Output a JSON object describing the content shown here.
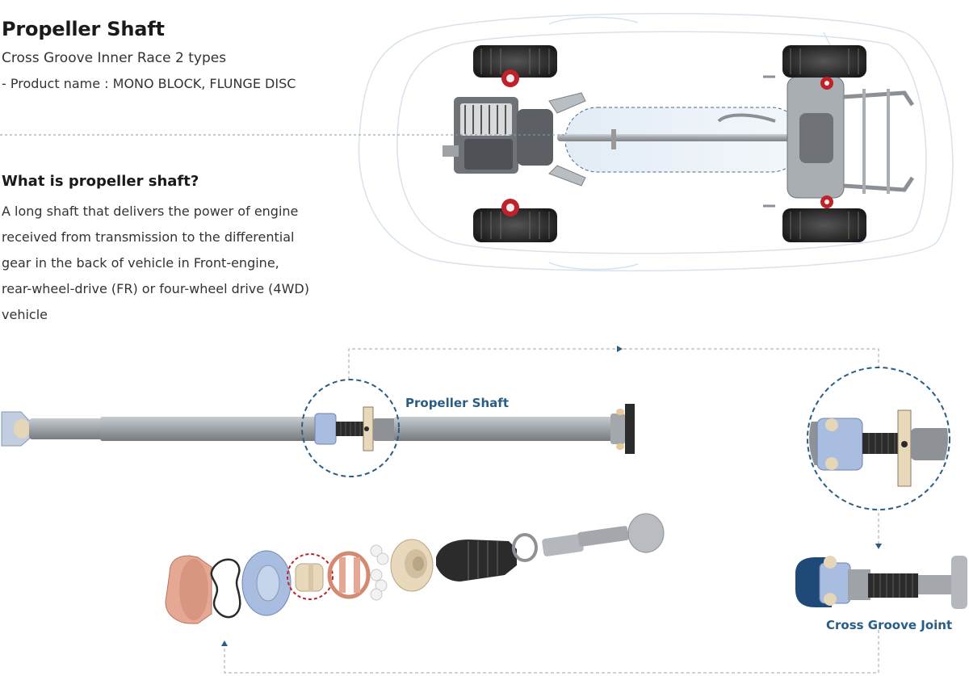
{
  "header": {
    "title": "Propeller Shaft",
    "subtitle": "Cross Groove Inner Race 2 types",
    "product_line": "- Product name : MONO BLOCK, FLUNGE DISC"
  },
  "intro": {
    "heading": "What is propeller shaft?",
    "lines": [
      "A long shaft that delivers the power of engine",
      "received from transmission to the differential",
      "gear in the back of vehicle in Front-engine,",
      "rear-wheel-drive (FR) or four-wheel drive (4WD)",
      "vehicle"
    ]
  },
  "diagram": {
    "callout_propeller": "Propeller Shaft",
    "callout_joint": "Cross Groove Joint"
  },
  "colors": {
    "accent_blue": "#2a5d86",
    "dashed_line": "#9aa4ad",
    "highlight_red": "#c0222a",
    "shaft_grey": "#9a9ea3",
    "joint_blue": "#a9bde0",
    "boot_black": "#2b2b2b",
    "cage_copper": "#e0a08a",
    "inner_race_beige": "#e8d8bc"
  }
}
